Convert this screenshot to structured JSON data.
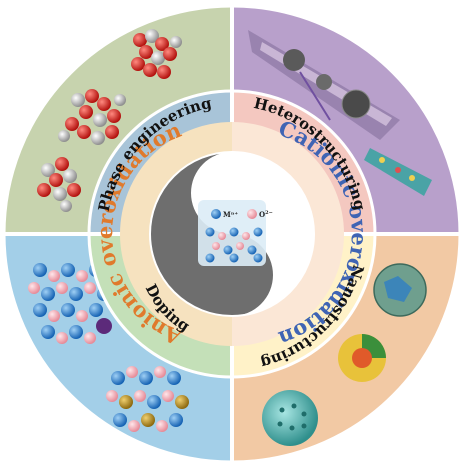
{
  "quadrants": {
    "top_left": {
      "label": "Phase engineering",
      "color": "#c7d3ae"
    },
    "top_right": {
      "label": "Heterostructuring",
      "color": "#b8a0cb"
    },
    "bottom_left": {
      "label": "Doping",
      "color": "#a3cfe8"
    },
    "bottom_right": {
      "label": "Nanostructuring",
      "color": "#f2c9a4"
    }
  },
  "inner_ring": {
    "left_title": "Anionic overoxidation",
    "right_title": "Cationic overoxidation",
    "left_color": "#e07a2c",
    "right_color": "#3f64b4"
  },
  "center": {
    "metal_label": "Mⁿ⁺",
    "oxygen_label": "O",
    "oxygen_superscript": "2−"
  }
}
